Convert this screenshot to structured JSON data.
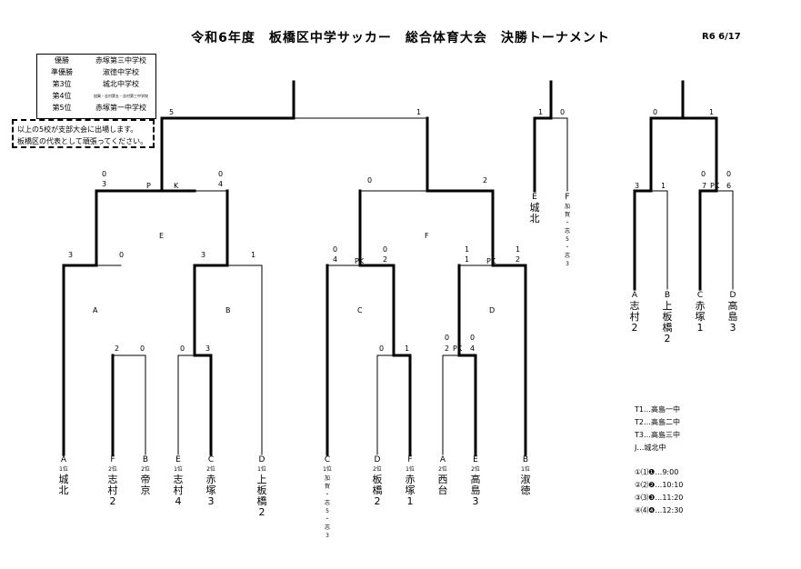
{
  "title": "令和6年度　板橋区中学サッカー　総合体育大会　決勝トーナメント",
  "date": "R6 6/17",
  "results": [
    {
      "rank": "優勝",
      "school": "赤塚第三中学校"
    },
    {
      "rank": "準優勝",
      "school": "淑徳中学校"
    },
    {
      "rank": "第3位",
      "school": "城北中学校"
    },
    {
      "rank": "第4位",
      "school": "加賀・志村第五・志村第三中学校"
    },
    {
      "rank": "第5位",
      "school": "赤塚第一中学校"
    }
  ],
  "notice": [
    "以上の5校が支部大会に出場します。",
    "板橋区の代表として頑張ってください。"
  ],
  "teams": [
    {
      "code": "A",
      "seed": "1位",
      "name": [
        "城",
        "北"
      ]
    },
    {
      "code": "F",
      "seed": "2位",
      "name": [
        "志",
        "村",
        "2"
      ]
    },
    {
      "code": "B",
      "seed": "2位",
      "name": [
        "帝",
        "京"
      ]
    },
    {
      "code": "E",
      "seed": "1位",
      "name": [
        "志",
        "村",
        "4"
      ]
    },
    {
      "code": "C",
      "seed": "2位",
      "name": [
        "赤",
        "塚",
        "3"
      ]
    },
    {
      "code": "D",
      "seed": "1位",
      "name": [
        "上",
        "板",
        "橋",
        "2"
      ]
    },
    {
      "code": "C",
      "seed": "1位",
      "name": [
        "加",
        "賀",
        "・",
        "志",
        "5",
        "・",
        "志",
        "3"
      ]
    },
    {
      "code": "D",
      "seed": "2位",
      "name": [
        "板",
        "橋",
        "2"
      ]
    },
    {
      "code": "F",
      "seed": "1位",
      "name": [
        "赤",
        "塚",
        "1"
      ]
    },
    {
      "code": "A",
      "seed": "2位",
      "name": [
        "西",
        "台"
      ]
    },
    {
      "code": "E",
      "seed": "2位",
      "name": [
        "高",
        "島",
        "3"
      ]
    },
    {
      "code": "B",
      "seed": "1位",
      "name": [
        "淑",
        "徳"
      ]
    }
  ],
  "third_place": {
    "teams": [
      {
        "code": "E",
        "name": [
          "城",
          "北"
        ]
      },
      {
        "code": "F",
        "name": [
          "加",
          "賀",
          "・",
          "志",
          "5",
          "・",
          "志",
          "3"
        ]
      }
    ],
    "scores": [
      "1",
      "0"
    ]
  },
  "fifth_place": {
    "teams": [
      {
        "code": "A",
        "name": [
          "志",
          "村",
          "2"
        ]
      },
      {
        "code": "B",
        "name": [
          "上",
          "板",
          "橋",
          "2"
        ]
      },
      {
        "code": "C",
        "name": [
          "赤",
          "塚",
          "1"
        ]
      },
      {
        "code": "D",
        "name": [
          "高",
          "島",
          "3"
        ]
      }
    ]
  },
  "groups": {
    "A": "A",
    "B": "B",
    "C": "C",
    "D": "D",
    "E": "E",
    "F": "F"
  },
  "pk_label": "P",
  "k_label": "K",
  "pk_pair": "PK",
  "scores": {
    "final_l": "5",
    "final_r": "1",
    "sf1_l_a": "0",
    "sf1_l_b": "3",
    "sf1_r_a": "0",
    "sf1_r_b": "4",
    "sf2_l": "0",
    "sf2_r": "2",
    "qA_l": "3",
    "qA_r": "0",
    "qB_l": "3",
    "qB_r": "1",
    "qC_l_a": "0",
    "qC_l_b": "4",
    "qC_r_a": "0",
    "qC_r_b": "2",
    "qD_l_a": "1",
    "qD_l_b": "1",
    "qD_r_a": "1",
    "qD_r_b": "2",
    "r1A_l": "2",
    "r1A_r": "0",
    "r1B_l": "0",
    "r1B_r": "3",
    "r1C_l": "0",
    "r1C_r": "1",
    "r1D_l_a": "0",
    "r1D_l_b": "2",
    "r1D_r_a": "0",
    "r1D_r_b": "4",
    "p3_l": "1",
    "p3_r": "0",
    "p5_top_l": "0",
    "p5_top_r": "1",
    "p5a_l": "3",
    "p5a_r": "1",
    "p5b_l_a": "0",
    "p5b_l_b": "7",
    "p5b_r_a": "0",
    "p5b_r_b": "6"
  },
  "legend": [
    "T1…高島一中",
    "T2…高島二中",
    "T3…高島三中",
    "J…城北中"
  ],
  "schedule": [
    {
      "marks": "①⑴❶",
      "time": "…9:00"
    },
    {
      "marks": "②⑵❷",
      "time": "…10:10"
    },
    {
      "marks": "③⑶❸",
      "time": "…11:20"
    },
    {
      "marks": "④⑷❹",
      "time": "…12:30"
    }
  ]
}
